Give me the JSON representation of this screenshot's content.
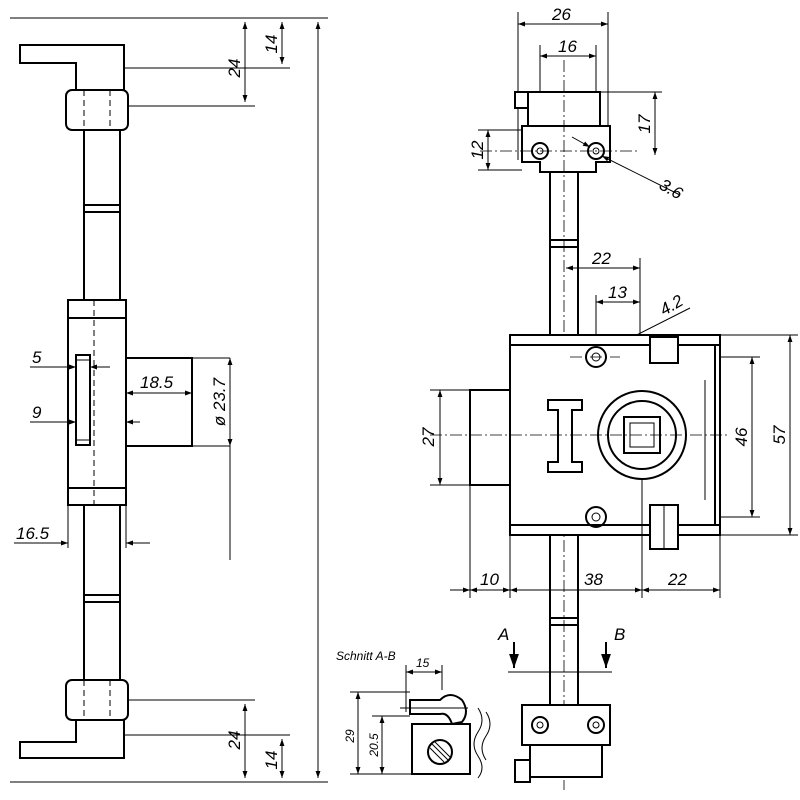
{
  "drawing": {
    "left_view": {
      "dims": {
        "top_24": "24",
        "top_14": "14",
        "bolt_5": "5",
        "bolt_9": "9",
        "case_18_5": "18.5",
        "dia_23_7": "ø 23.7",
        "rod_16_5": "16.5",
        "bottom_24": "24",
        "bottom_14": "14"
      }
    },
    "right_view": {
      "dims": {
        "guide_26": "26",
        "guide_16": "16",
        "guide_17": "17",
        "guide_12": "12",
        "hole_3_6": "3.6",
        "rod_22": "22",
        "hole_13": "13",
        "hole_4_2": "4.2",
        "body_27": "27",
        "body_46": "46",
        "body_57": "57",
        "width_10": "10",
        "width_38": "38",
        "width_22": "22"
      },
      "section_a": "A",
      "section_b": "B"
    },
    "section_view": {
      "title": "Schnitt A-B",
      "dims": {
        "d_15": "15",
        "d_29": "29",
        "d_20_5": "20.5"
      }
    }
  }
}
